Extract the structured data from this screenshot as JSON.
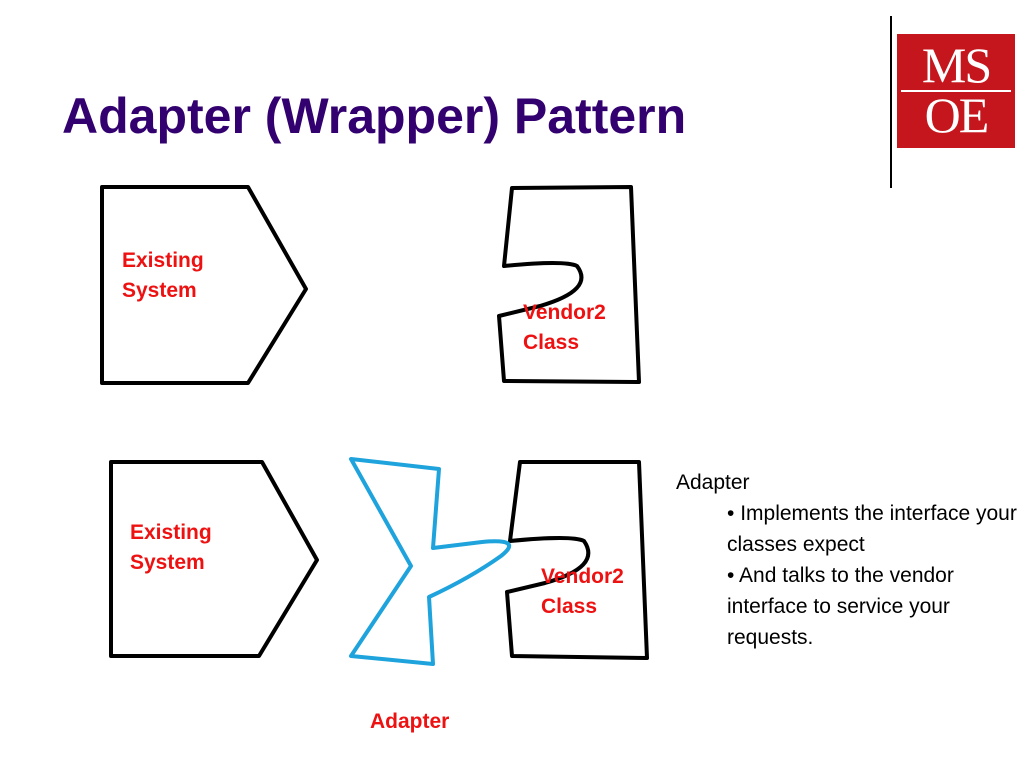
{
  "slide": {
    "title": "Adapter (Wrapper) Pattern"
  },
  "logo": {
    "top_text": "MS",
    "bottom_text": "OE"
  },
  "diagram": {
    "top_row": {
      "existing_system_label": [
        "Existing",
        "System"
      ],
      "vendor_class_label": [
        "Vendor2",
        "Class"
      ]
    },
    "bottom_row": {
      "existing_system_label": [
        "Existing",
        "System"
      ],
      "vendor_class_label": [
        "Vendor2",
        "Class"
      ],
      "adapter_caption": "Adapter"
    }
  },
  "notes": {
    "heading": "Adapter",
    "bullets": [
      "Implements the interface your classes expect",
      "And talks to the vendor interface to service your requests."
    ],
    "bullet_symbol": "•"
  },
  "colors": {
    "title": "#33006f",
    "label": "#ee1111",
    "adapter_stroke": "#1ea3dd",
    "logo": "#c4161c"
  }
}
